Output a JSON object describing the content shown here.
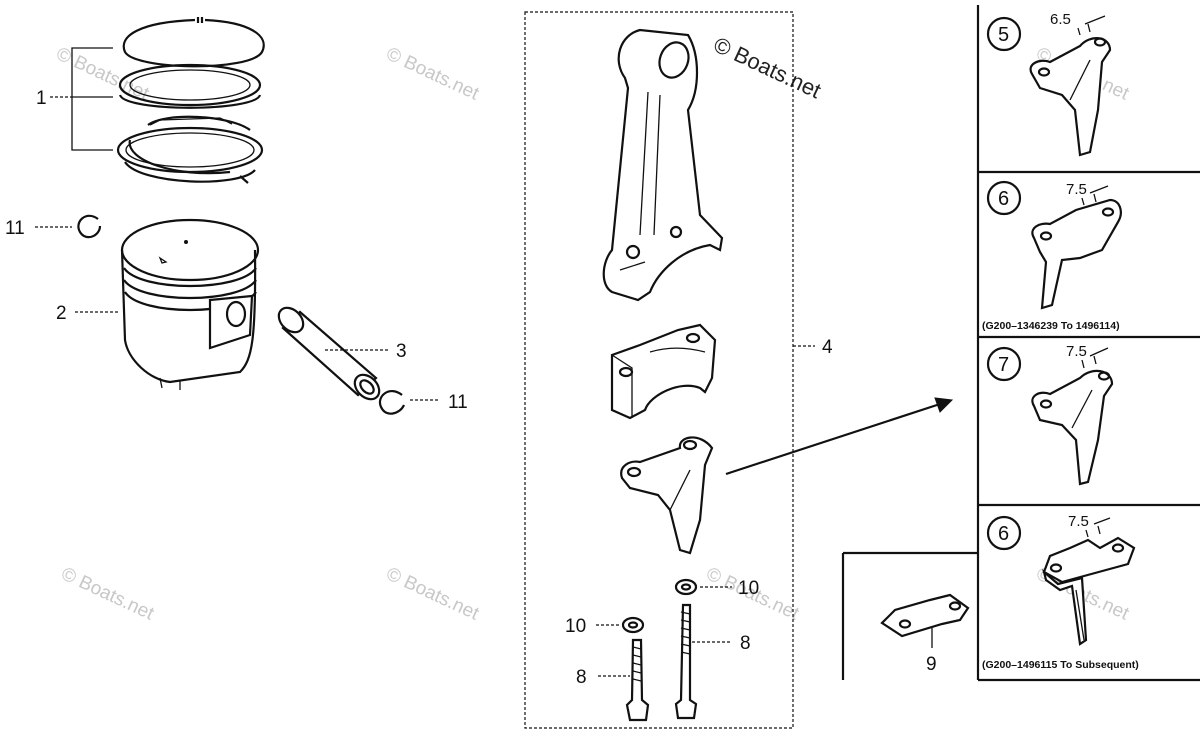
{
  "watermark": "© Boats.net",
  "callouts": {
    "c1": "1",
    "c2": "2",
    "c3": "3",
    "c4": "4",
    "c8a": "8",
    "c8b": "8",
    "c9": "9",
    "c10a": "10",
    "c10b": "10",
    "c11a": "11",
    "c11b": "11"
  },
  "variants": [
    {
      "circle": "5",
      "dimension": "6.5",
      "note": ""
    },
    {
      "circle": "6",
      "dimension": "7.5",
      "note": "(G200–1346239 To 1496114)"
    },
    {
      "circle": "7",
      "dimension": "7.5",
      "note": ""
    },
    {
      "circle": "6",
      "dimension": "7.5",
      "note": "(G200–1496115 To Subsequent)"
    }
  ]
}
